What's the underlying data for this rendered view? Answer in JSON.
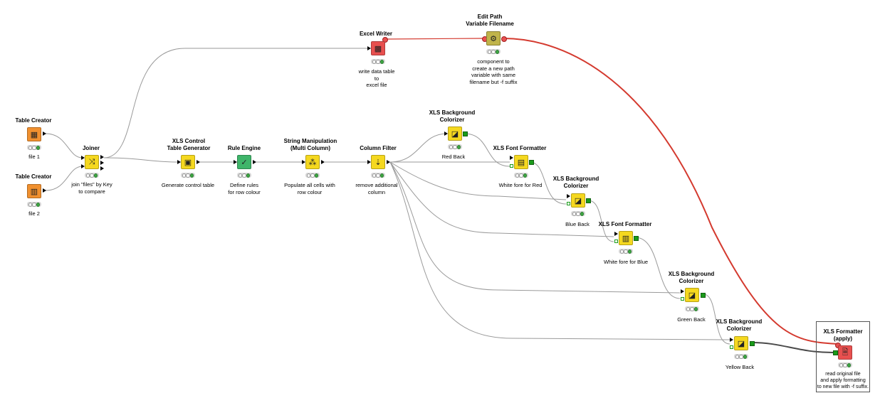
{
  "colors": {
    "source": "#f0902f",
    "manipulator": "#f5d81f",
    "writer": "#e8504f",
    "component": "#c0b44a",
    "rule_engine": "#3fb56a",
    "flow_variable": "#d43a2f",
    "wire": "#9a9a9a",
    "formatter_wire": "#4a4a4a"
  },
  "nodes": {
    "table_creator_1": {
      "title": "Table Creator",
      "caption": "file 1",
      "icon": "table-grid-icon",
      "glyph": "▦"
    },
    "table_creator_2": {
      "title": "Table Creator",
      "caption": "file 2",
      "icon": "table-down-icon",
      "glyph": "▥"
    },
    "joiner": {
      "title": "Joiner",
      "caption_lines": [
        "join \"files\" by Key",
        "to compare"
      ],
      "icon": "joiner-icon",
      "glyph": "⤨"
    },
    "excel_writer": {
      "title": "Excel Writer",
      "caption_lines": [
        "write data table",
        "to",
        "excel file"
      ],
      "icon": "excel-writer-icon",
      "glyph": "▩"
    },
    "edit_path": {
      "title_lines": [
        "Edit Path",
        "Variable Filename"
      ],
      "caption_lines": [
        "component to",
        "create a new path",
        "variable with same",
        "filename but -f suffix"
      ],
      "icon": "component-icon",
      "glyph": "⚙"
    },
    "xls_control": {
      "title_lines": [
        "XLS Control",
        "Table Generator"
      ],
      "caption": "Generate control table",
      "icon": "table-generator-icon",
      "glyph": "▣"
    },
    "rule_engine": {
      "title": "Rule Engine",
      "caption_lines": [
        "Define rules",
        "for row colour"
      ],
      "icon": "rule-icon",
      "glyph": "✓"
    },
    "string_manip": {
      "title_lines": [
        "String Manipulation",
        "(Multi Column)"
      ],
      "caption_lines": [
        "Populate all cells with",
        "row colour"
      ],
      "icon": "string-manipulation-icon",
      "glyph": "⁂"
    },
    "column_filter": {
      "title": "Column Filter",
      "caption_lines": [
        "remove additional",
        "column"
      ],
      "icon": "column-filter-icon",
      "glyph": "⇣"
    },
    "bg_red": {
      "title_lines": [
        "XLS Background",
        "Colorizer"
      ],
      "caption": "Red Back",
      "icon": "colorizer-icon",
      "glyph": "◪"
    },
    "font_red": {
      "title": "XLS Font Formatter",
      "caption": "White fore for Red",
      "icon": "font-formatter-icon",
      "glyph": "▤"
    },
    "bg_blue": {
      "title_lines": [
        "XLS Background",
        "Colorizer"
      ],
      "caption": "Blue Back",
      "icon": "colorizer-icon",
      "glyph": "◪"
    },
    "font_blue": {
      "title": "XLS Font Formatter",
      "caption": "White fore for Blue",
      "icon": "font-formatter-icon",
      "glyph": "▥"
    },
    "bg_green": {
      "title_lines": [
        "XLS Background",
        "Colorizer"
      ],
      "caption": "Green Back",
      "icon": "colorizer-icon",
      "glyph": "◪"
    },
    "bg_yellow": {
      "title_lines": [
        "XLS Background",
        "Colorizer"
      ],
      "caption": "Yellow Back",
      "icon": "colorizer-icon",
      "glyph": "◪"
    },
    "formatter_apply": {
      "title_lines": [
        "XLS Formatter",
        "(apply)"
      ],
      "caption_lines": [
        "read original file",
        "and apply formatting",
        "to new file with -f suffix."
      ],
      "icon": "apply-formatter-icon",
      "glyph": "🗎"
    }
  }
}
